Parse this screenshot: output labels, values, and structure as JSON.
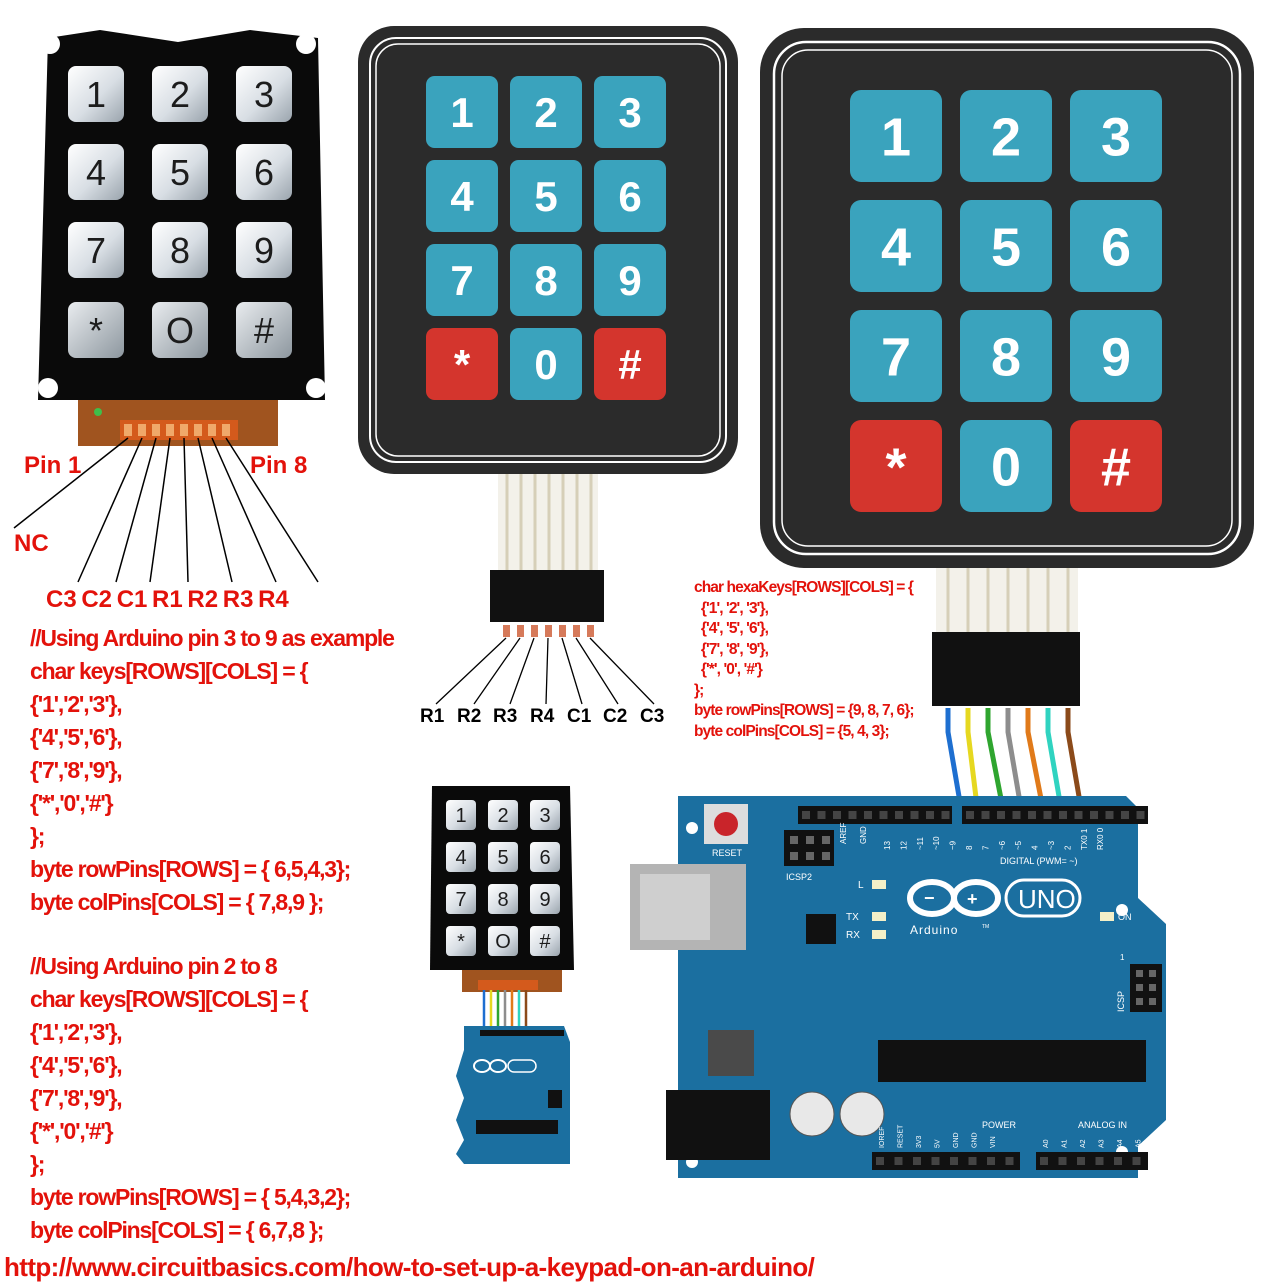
{
  "keypad_keys": [
    "1",
    "2",
    "3",
    "4",
    "5",
    "6",
    "7",
    "8",
    "9",
    "*",
    "0",
    "#"
  ],
  "keypad_keys_hard": [
    "1",
    "2",
    "3",
    "4",
    "5",
    "6",
    "7",
    "8",
    "9",
    "*",
    "O",
    "#"
  ],
  "pin_labels": {
    "first": "Pin 1",
    "last": "Pin 8",
    "nc": "NC"
  },
  "hard_keypad_pins": "C3 C2 C1 R1 R2 R3 R4",
  "membrane_pins": [
    "R1",
    "R2",
    "R3",
    "R4",
    "C1",
    "C2",
    "C3"
  ],
  "code_left_1": [
    "//Using Arduino pin 3 to 9 as example",
    "char keys[ROWS][COLS] = {",
    "{'1','2','3'},",
    "{'4','5','6'},",
    "{'7','8','9'},",
    "{'*','0','#'}",
    "};",
    "byte rowPins[ROWS] = { 6,5,4,3};",
    "byte colPins[COLS] = { 7,8,9 };"
  ],
  "code_left_2": [
    "//Using Arduino pin 2 to 8",
    "char keys[ROWS][COLS] = {",
    "{'1','2','3'},",
    "{'4','5','6'},",
    "{'7','8','9'},",
    "{'*','0','#'}",
    "};",
    "byte rowPins[ROWS] = { 5,4,3,2};",
    "byte colPins[COLS] = { 6,7,8 };"
  ],
  "code_right": [
    "char hexaKeys[ROWS][COLS] = {",
    "  {'1', '2', '3'},",
    "  {'4', '5', '6'},",
    "  {'7', '8', '9'},",
    "  {'*', '0', '#'}",
    "};",
    "",
    "byte rowPins[ROWS] = {9, 8, 7, 6};",
    "byte colPins[COLS] = {5, 4, 3};"
  ],
  "board": {
    "reset": "RESET",
    "icsp2": "ICSP2",
    "aref": "AREF",
    "gnd": "GND",
    "digital": "DIGITAL (PWM= ~)",
    "uno": "UNO",
    "arduino": "Arduino",
    "tm": "TM",
    "l": "L",
    "tx": "TX",
    "rx": "RX",
    "on": "ON",
    "icsp": "ICSP",
    "one": "1",
    "power": "POWER",
    "analog_in": "ANALOG IN",
    "power_pins": [
      "IOREF",
      "RESET",
      "3V3",
      "5V",
      "GND",
      "GND",
      "VIN"
    ],
    "analog_pins": [
      "A0",
      "A1",
      "A2",
      "A3",
      "A4",
      "A5"
    ],
    "digital_pins": [
      "13",
      "12",
      "~11",
      "~10",
      "~9",
      "8",
      "7",
      "~6",
      "~5",
      "4",
      "~3",
      "2",
      "TX0 1",
      "RX0 0"
    ]
  },
  "url": "http://www.circuitbasics.com/how-to-set-up-a-keypad-on-an-arduino/",
  "colors": {
    "red_text": "#e3120b",
    "teal_key": "#3aa3bd",
    "red_key": "#d4352d",
    "board": "#1b6fa0"
  }
}
